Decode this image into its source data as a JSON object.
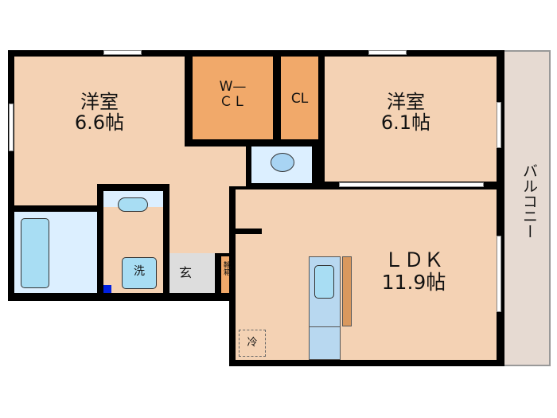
{
  "rooms": {
    "western1": {
      "name": "洋室",
      "size": "6.6帖"
    },
    "wcl": {
      "line1": "W—",
      "line2": "ＣＬ"
    },
    "cl": {
      "name": "CL"
    },
    "western2": {
      "name": "洋室",
      "size": "6.1帖"
    },
    "ldk": {
      "name": "ＬＤＫ",
      "size": "11.9帖"
    },
    "balcony": {
      "name": "バルコニー"
    },
    "washer": {
      "name": "洗"
    },
    "genkan": {
      "name": "玄"
    },
    "shoebox": {
      "name": "靴箱"
    },
    "fridge": {
      "name": "冷"
    }
  },
  "colors": {
    "room": "#f4d2b4",
    "closet": "#f1a96a",
    "wet": "#dcefff",
    "balcony": "#e6dad2",
    "wall": "#000000"
  }
}
